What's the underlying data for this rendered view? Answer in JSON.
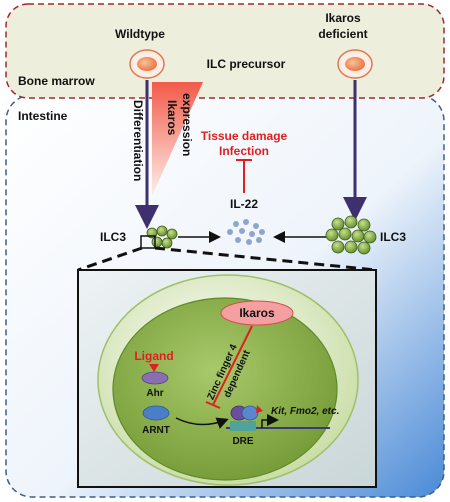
{
  "labels": {
    "wildtype": "Wildtype",
    "ikaros_deficient_1": "Ikaros",
    "ikaros_deficient_2": "deficient",
    "ilc_precursor": "ILC precursor",
    "bone_marrow": "Bone marrow",
    "intestine": "Intestine",
    "differentiation": "Differentiation",
    "ikaros_expression_1": "Ikaros",
    "ikaros_expression_2": "expression",
    "tissue_damage": "Tissue damage",
    "infection": "Infection",
    "il22": "IL-22",
    "ilc3_left": "ILC3",
    "ilc3_right": "ILC3",
    "ikaros": "Ikaros",
    "zinc_finger_1": "Zinc finger 4",
    "zinc_finger_2": "dependent",
    "ligand": "Ligand",
    "ahr": "Ahr",
    "arnt": "ARNT",
    "dre": "DRE",
    "targets": "Kit, Fmo2, etc."
  },
  "colors": {
    "border_dashed": "#9b2c2c",
    "bone_marrow_fill": "#eeeedd",
    "intestine_border": "#3b5f8a",
    "intestine_grad_start": "#ffffff",
    "intestine_grad_end": "#3f86d8",
    "cell_outer": "#b5cf7a",
    "cell_inner": "#7fa43e",
    "precursor_fill": "#f08a5d",
    "arrow_purple": "#5a3f8f",
    "inhibit_red": "#e02020",
    "ikaros_fill": "#f4a0a0",
    "ahr_fill": "#8a6fb0",
    "arnt_fill": "#4a7fc8"
  }
}
